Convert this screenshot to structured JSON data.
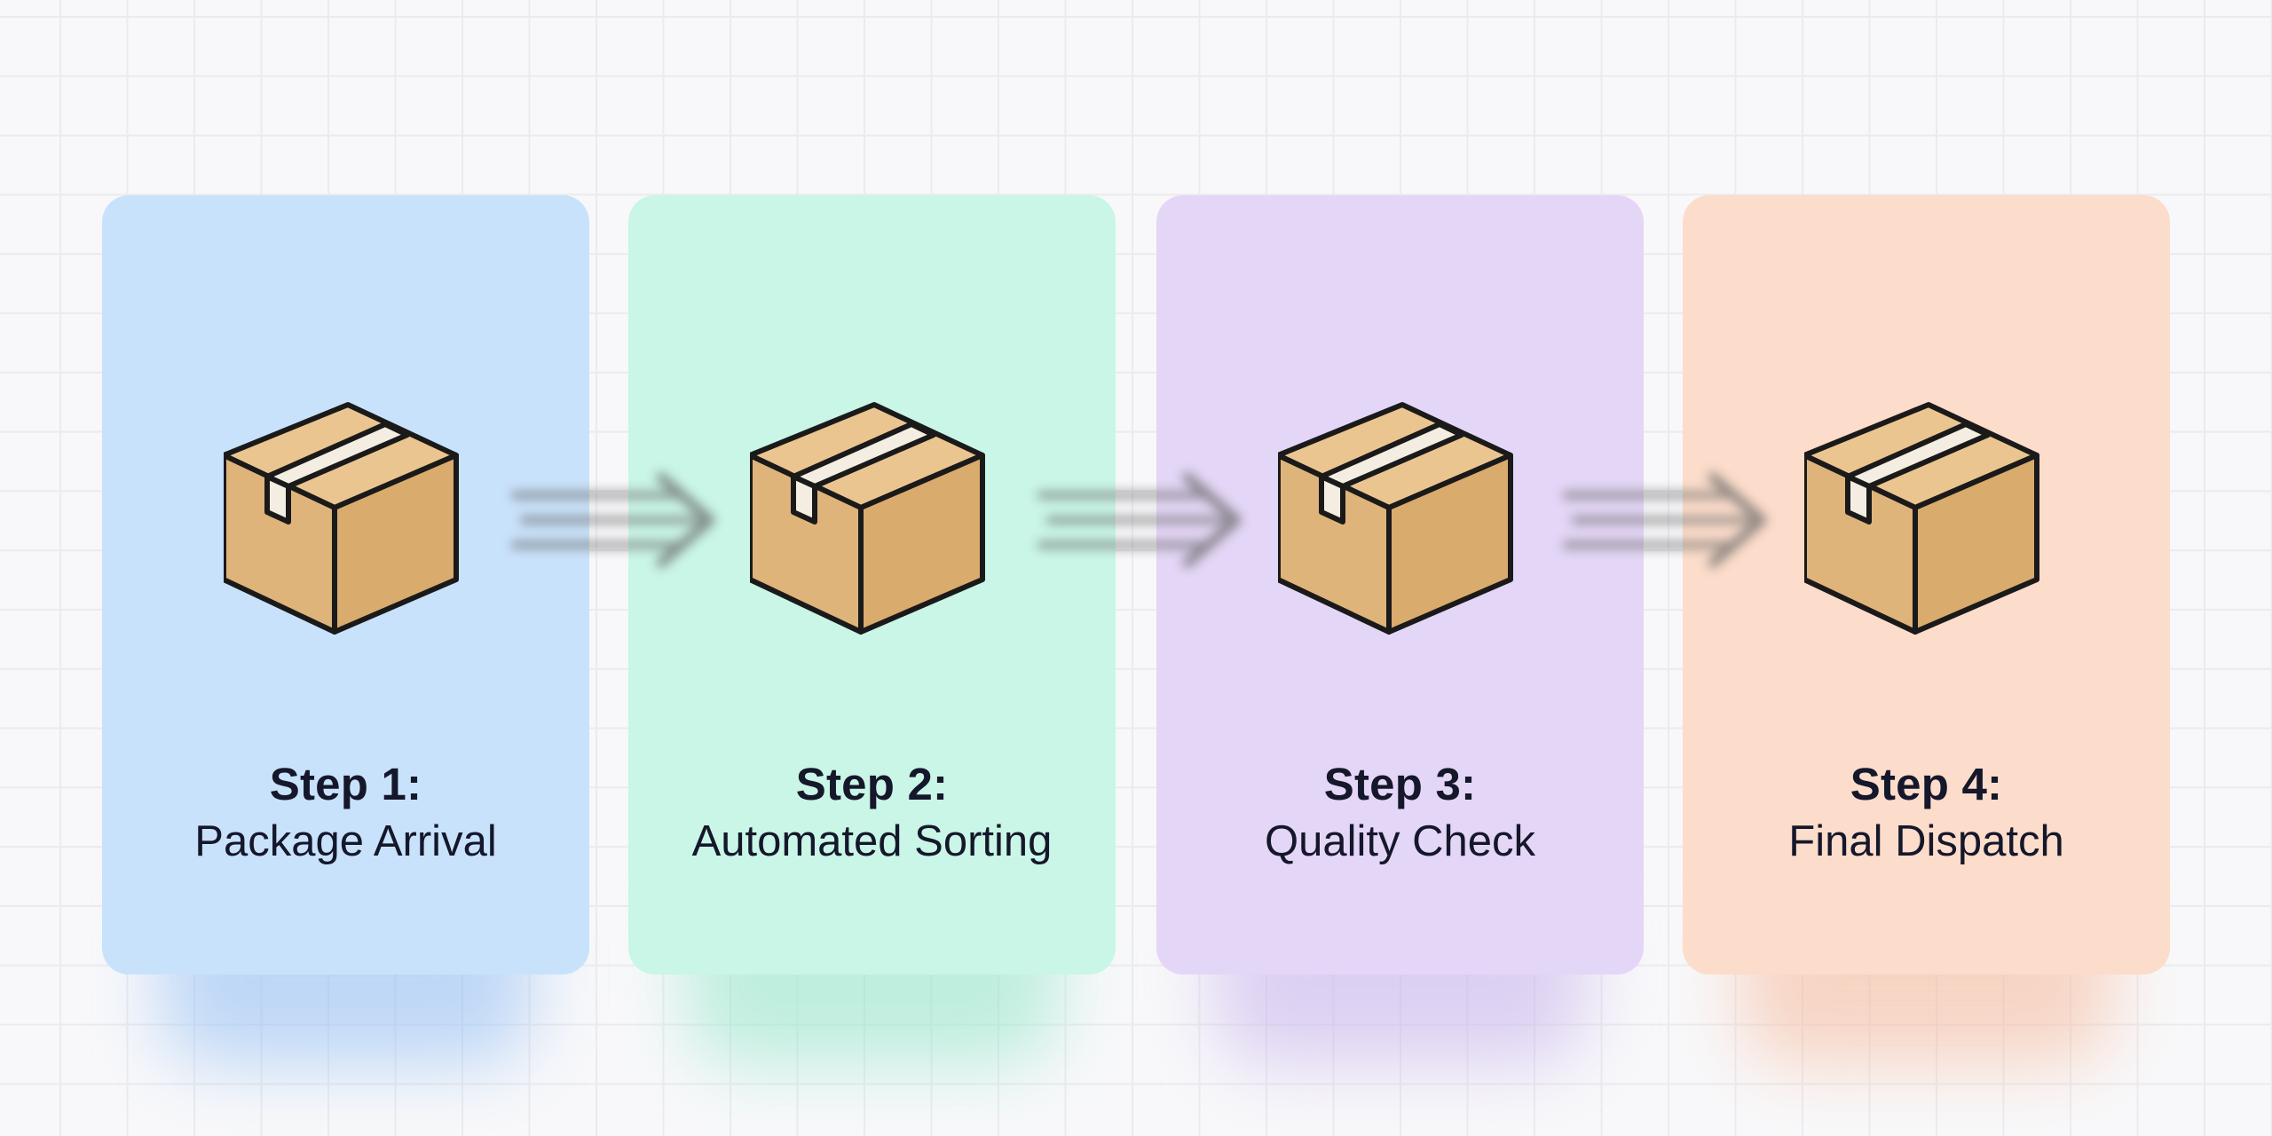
{
  "diagram": {
    "type": "process-flow",
    "direction": "left-to-right",
    "steps": [
      {
        "label": "Step 1:",
        "title": "Package Arrival",
        "icon": "package-box-icon",
        "card_color": "#c9e2fb",
        "glow_color": "#8fbdf4"
      },
      {
        "label": "Step 2:",
        "title": "Automated Sorting",
        "icon": "package-box-icon",
        "card_color": "#c9f6e6",
        "glow_color": "#8fe6c8"
      },
      {
        "label": "Step 3:",
        "title": "Quality Check",
        "icon": "package-box-icon",
        "card_color": "#e4d6f6",
        "glow_color": "#c6b0ec"
      },
      {
        "label": "Step 4:",
        "title": "Final Dispatch",
        "icon": "package-box-icon",
        "card_color": "#fcdcca",
        "glow_color": "#f6b898"
      }
    ],
    "connectors": [
      {
        "from": 1,
        "to": 2,
        "icon": "motion-arrow-icon"
      },
      {
        "from": 2,
        "to": 3,
        "icon": "motion-arrow-icon"
      },
      {
        "from": 3,
        "to": 4,
        "icon": "motion-arrow-icon"
      }
    ],
    "colors": {
      "background": "#f8f8fa",
      "grid_line": "#ebebee",
      "text": "#15172b",
      "box_top": "#ebc590",
      "box_left": "#dfb47b",
      "box_right": "#d9ab6d",
      "box_tape": "#f4ede2",
      "box_outline": "#1b1a1a",
      "arrow": "#6b6b6b"
    }
  }
}
